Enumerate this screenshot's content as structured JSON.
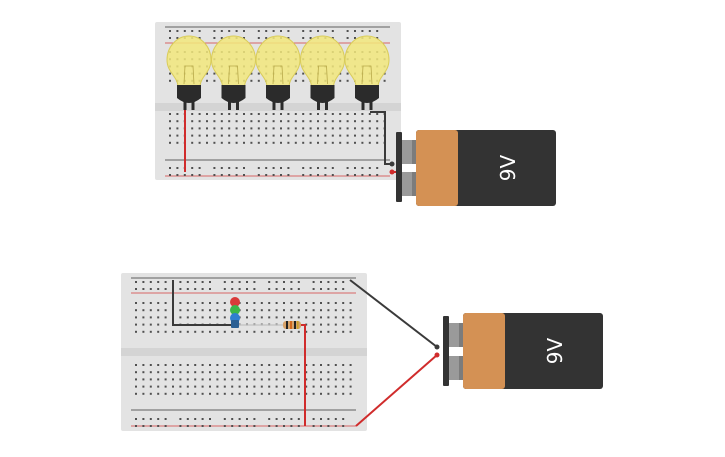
{
  "colors": {
    "background": "#ffffff",
    "breadboard": "#e3e3e3",
    "breadboard_channel": "#d4d4d4",
    "hole": "#505050",
    "rail_red": "#d33b3b",
    "rail_dark": "#333333",
    "wire_red": "#d02c2c",
    "wire_black": "#3a3a3a",
    "battery_body": "#333333",
    "battery_label": "#d49154",
    "battery_terminal": "#9a9a9a",
    "bulb_glass": "#f2e77c",
    "bulb_base": "#2b2b2b",
    "led_red": "#d93a3a",
    "led_green": "#3cb54a",
    "led_blue": "#2f7fd0"
  },
  "circuits": [
    {
      "name": "bulb-circuit",
      "bulb_count": 5,
      "battery": {
        "label": "9V"
      }
    },
    {
      "name": "led-circuit",
      "components": [
        "rgb-led",
        "resistor"
      ],
      "battery": {
        "label": "9V"
      }
    }
  ]
}
